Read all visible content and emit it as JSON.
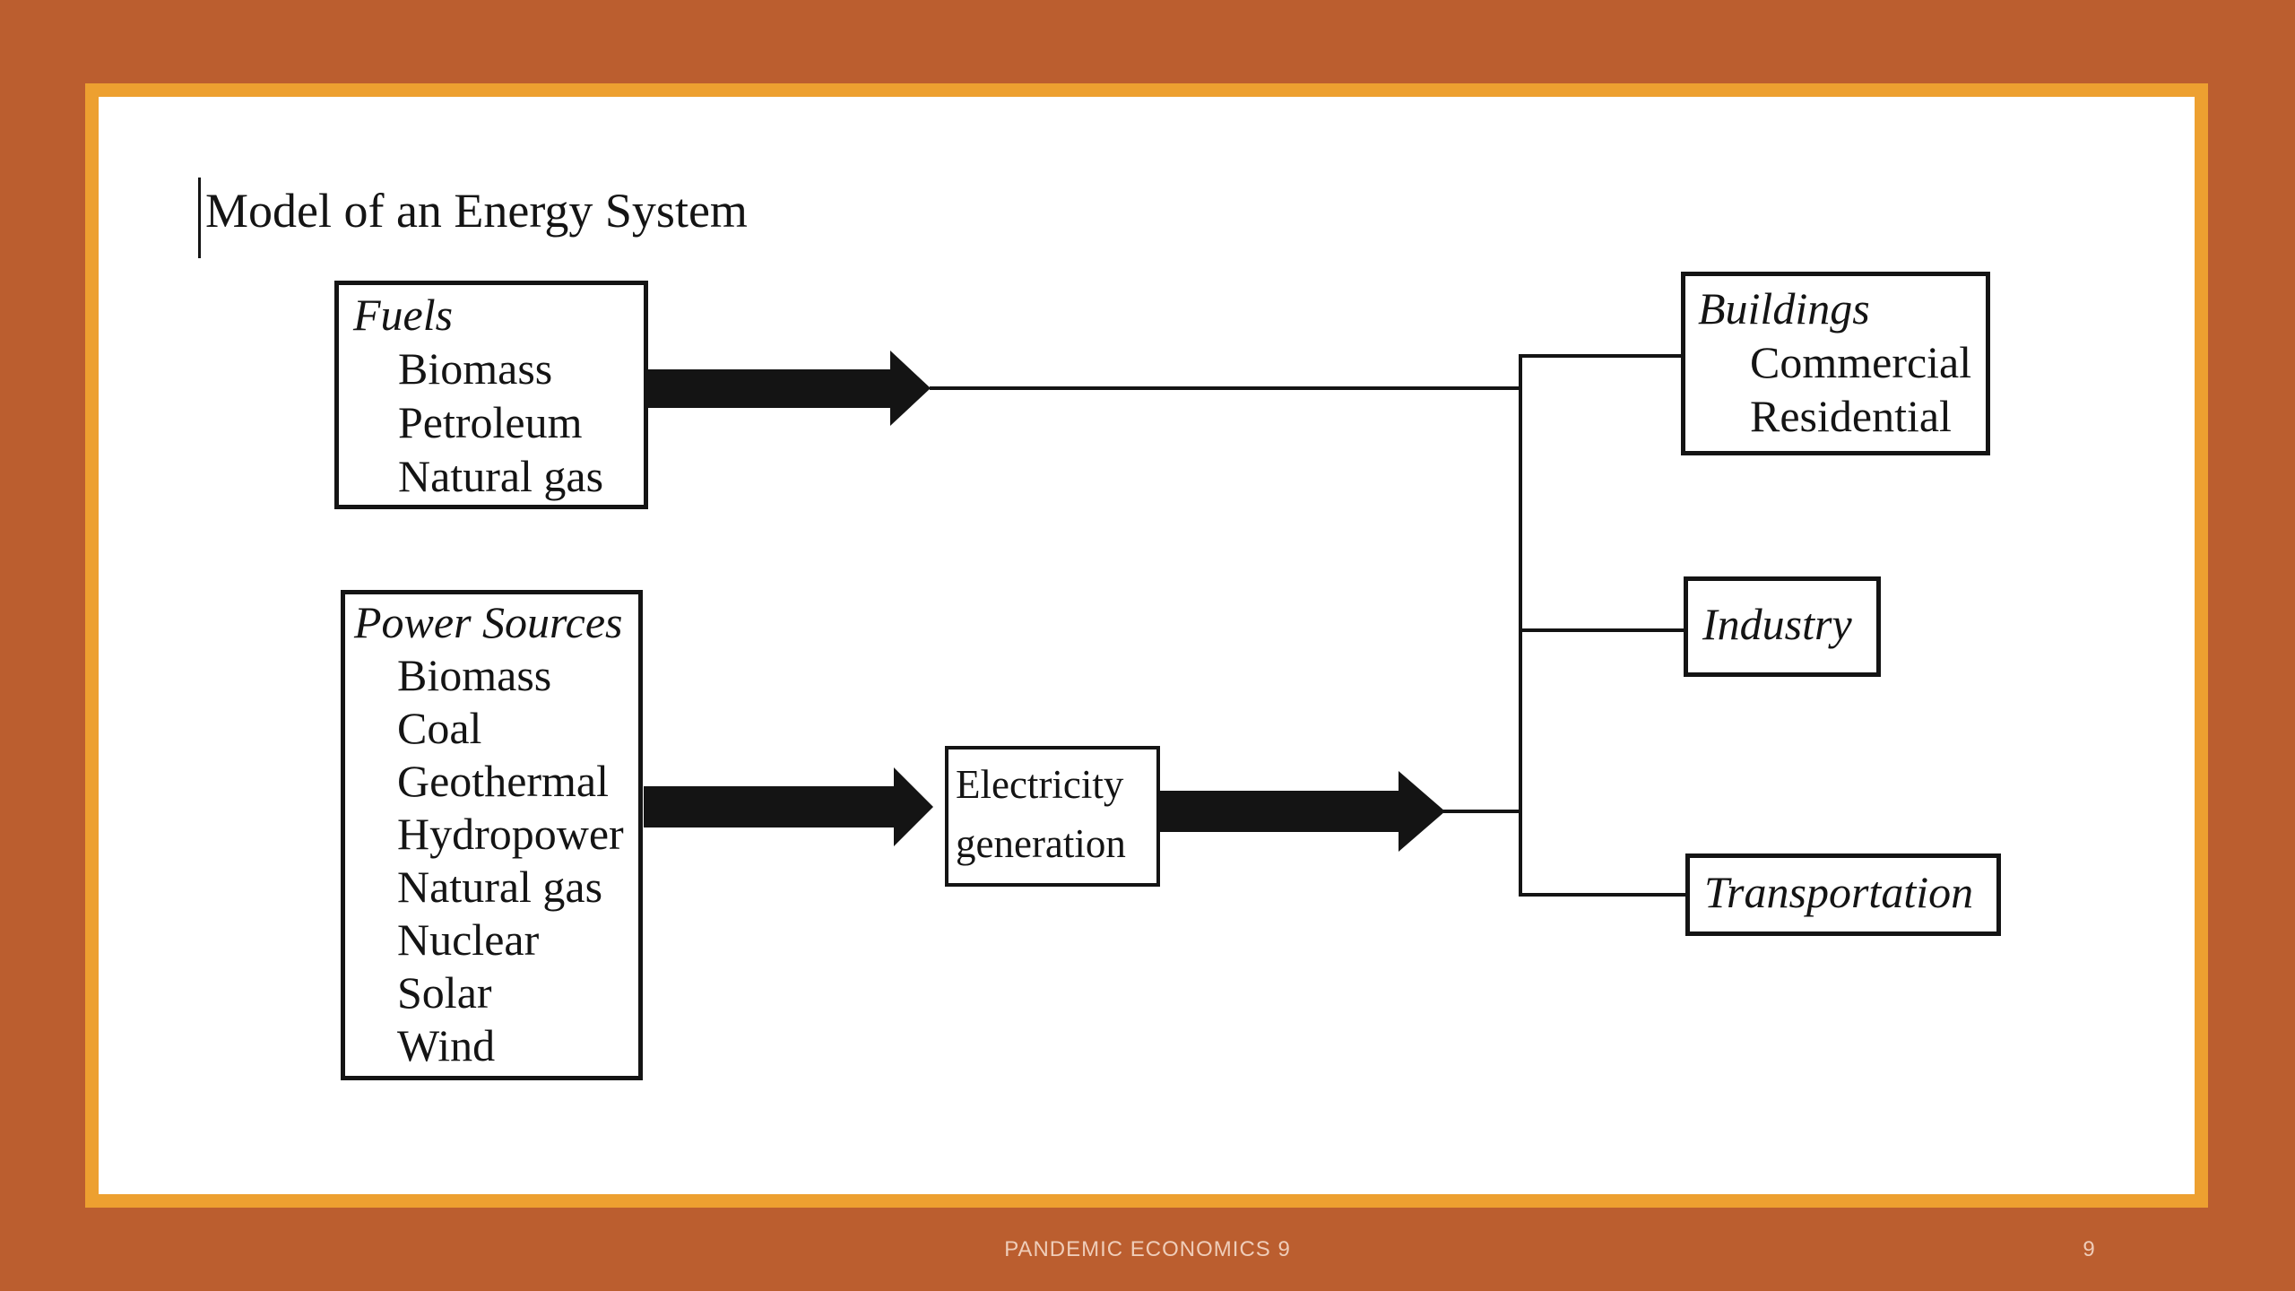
{
  "slide": {
    "title": "Model of an Energy System"
  },
  "diagram": {
    "fuels": {
      "title": "Fuels",
      "items": [
        "Biomass",
        "Petroleum",
        "Natural gas"
      ]
    },
    "power_sources": {
      "title": "Power Sources",
      "items": [
        "Biomass",
        "Coal",
        "Geothermal",
        "Hydropower",
        "Natural gas",
        "Nuclear",
        "Solar",
        "Wind"
      ]
    },
    "electricity": {
      "lines": [
        "Electricity",
        "generation"
      ]
    },
    "buildings": {
      "title": "Buildings",
      "items": [
        "Commercial",
        "Residential"
      ]
    },
    "industry": {
      "title": "Industry"
    },
    "transportation": {
      "title": "Transportation"
    }
  },
  "footer": {
    "text": "PANDEMIC ECONOMICS 9",
    "page_number": "9"
  },
  "colors": {
    "background": "#BB5E2F",
    "frame": "#EDA030",
    "slide": "#FFFFFF",
    "ink": "#141414",
    "footer_text": "#EFCDB9"
  }
}
